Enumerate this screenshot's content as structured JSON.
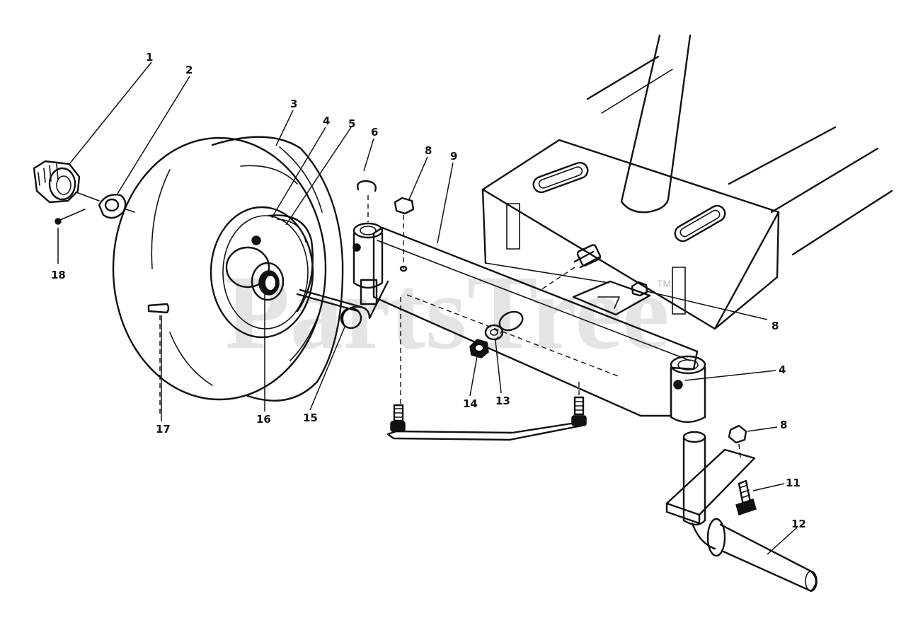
{
  "watermark": {
    "text": "PartsTree",
    "trademark": "TM"
  },
  "callouts": [
    {
      "id": "c1",
      "label": "1"
    },
    {
      "id": "c2",
      "label": "2"
    },
    {
      "id": "c3",
      "label": "3"
    },
    {
      "id": "c4a",
      "label": "4"
    },
    {
      "id": "c5",
      "label": "5"
    },
    {
      "id": "c6",
      "label": "6"
    },
    {
      "id": "c8a",
      "label": "8"
    },
    {
      "id": "c9",
      "label": "9"
    },
    {
      "id": "c18",
      "label": "18"
    },
    {
      "id": "c8b",
      "label": "8"
    },
    {
      "id": "c4b",
      "label": "4"
    },
    {
      "id": "c14",
      "label": "14"
    },
    {
      "id": "c13",
      "label": "13"
    },
    {
      "id": "c17",
      "label": "17"
    },
    {
      "id": "c16",
      "label": "16"
    },
    {
      "id": "c15",
      "label": "15"
    },
    {
      "id": "c8c",
      "label": "8"
    },
    {
      "id": "c11",
      "label": "11"
    },
    {
      "id": "c12",
      "label": "12"
    }
  ]
}
